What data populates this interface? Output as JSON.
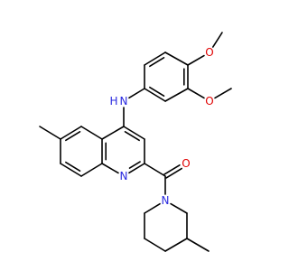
{
  "colors": {
    "carbon": "#000000",
    "nitrogen": "#2a2adf",
    "oxygen": "#e00000",
    "background": "#ffffff"
  },
  "molecule": {
    "atoms": [
      {
        "id": "a1",
        "element": "C",
        "label": ""
      },
      {
        "id": "a2",
        "element": "C",
        "label": ""
      },
      {
        "id": "a3",
        "element": "C",
        "label": ""
      },
      {
        "id": "a4",
        "element": "C",
        "label": ""
      },
      {
        "id": "a5",
        "element": "C",
        "label": ""
      },
      {
        "id": "a6",
        "element": "C",
        "label": ""
      },
      {
        "id": "o1",
        "element": "O",
        "label": "O"
      },
      {
        "id": "m1",
        "element": "C",
        "label": ""
      },
      {
        "id": "o2",
        "element": "O",
        "label": "O"
      },
      {
        "id": "m2",
        "element": "C",
        "label": ""
      },
      {
        "id": "nh",
        "element": "N",
        "label": "N",
        "sublabel": "H"
      },
      {
        "id": "q4",
        "element": "C",
        "label": ""
      },
      {
        "id": "q3",
        "element": "C",
        "label": ""
      },
      {
        "id": "q2",
        "element": "C",
        "label": ""
      },
      {
        "id": "n1",
        "element": "N",
        "label": "N"
      },
      {
        "id": "q8a",
        "element": "C",
        "label": ""
      },
      {
        "id": "q4a",
        "element": "C",
        "label": ""
      },
      {
        "id": "q5",
        "element": "C",
        "label": ""
      },
      {
        "id": "q6",
        "element": "C",
        "label": ""
      },
      {
        "id": "q7",
        "element": "C",
        "label": ""
      },
      {
        "id": "q8",
        "element": "C",
        "label": ""
      },
      {
        "id": "me6",
        "element": "C",
        "label": ""
      },
      {
        "id": "co",
        "element": "C",
        "label": ""
      },
      {
        "id": "oc",
        "element": "O",
        "label": "O"
      },
      {
        "id": "np",
        "element": "N",
        "label": "N"
      },
      {
        "id": "p2",
        "element": "C",
        "label": ""
      },
      {
        "id": "p3",
        "element": "C",
        "label": ""
      },
      {
        "id": "p4",
        "element": "C",
        "label": ""
      },
      {
        "id": "p5",
        "element": "C",
        "label": ""
      },
      {
        "id": "p6",
        "element": "C",
        "label": ""
      },
      {
        "id": "mp",
        "element": "C",
        "label": ""
      }
    ],
    "bonds": [
      {
        "from": "a1",
        "to": "a2",
        "order": 2
      },
      {
        "from": "a2",
        "to": "a3",
        "order": 1
      },
      {
        "from": "a3",
        "to": "a4",
        "order": 2
      },
      {
        "from": "a4",
        "to": "a5",
        "order": 1
      },
      {
        "from": "a5",
        "to": "a6",
        "order": 2
      },
      {
        "from": "a6",
        "to": "a1",
        "order": 1
      },
      {
        "from": "a3",
        "to": "o1",
        "order": 1
      },
      {
        "from": "o1",
        "to": "m1",
        "order": 1
      },
      {
        "from": "a4",
        "to": "o2",
        "order": 1
      },
      {
        "from": "o2",
        "to": "m2",
        "order": 1
      },
      {
        "from": "a6",
        "to": "nh",
        "order": 1
      },
      {
        "from": "nh",
        "to": "q4",
        "order": 1
      },
      {
        "from": "q4",
        "to": "q3",
        "order": 2
      },
      {
        "from": "q3",
        "to": "q2",
        "order": 1
      },
      {
        "from": "q2",
        "to": "n1",
        "order": 2
      },
      {
        "from": "n1",
        "to": "q8a",
        "order": 1
      },
      {
        "from": "q8a",
        "to": "q4a",
        "order": 2
      },
      {
        "from": "q4a",
        "to": "q4",
        "order": 1
      },
      {
        "from": "q4a",
        "to": "q5",
        "order": 1
      },
      {
        "from": "q5",
        "to": "q6",
        "order": 2
      },
      {
        "from": "q6",
        "to": "q7",
        "order": 1
      },
      {
        "from": "q7",
        "to": "q8",
        "order": 2
      },
      {
        "from": "q8",
        "to": "q8a",
        "order": 1
      },
      {
        "from": "q6",
        "to": "me6",
        "order": 1
      },
      {
        "from": "q2",
        "to": "co",
        "order": 1
      },
      {
        "from": "co",
        "to": "oc",
        "order": 2
      },
      {
        "from": "co",
        "to": "np",
        "order": 1
      },
      {
        "from": "np",
        "to": "p2",
        "order": 1
      },
      {
        "from": "p2",
        "to": "p3",
        "order": 1
      },
      {
        "from": "p3",
        "to": "p4",
        "order": 1
      },
      {
        "from": "p4",
        "to": "p5",
        "order": 1
      },
      {
        "from": "p5",
        "to": "p6",
        "order": 1
      },
      {
        "from": "p6",
        "to": "np",
        "order": 1
      },
      {
        "from": "p3",
        "to": "mp",
        "order": 1
      }
    ]
  }
}
